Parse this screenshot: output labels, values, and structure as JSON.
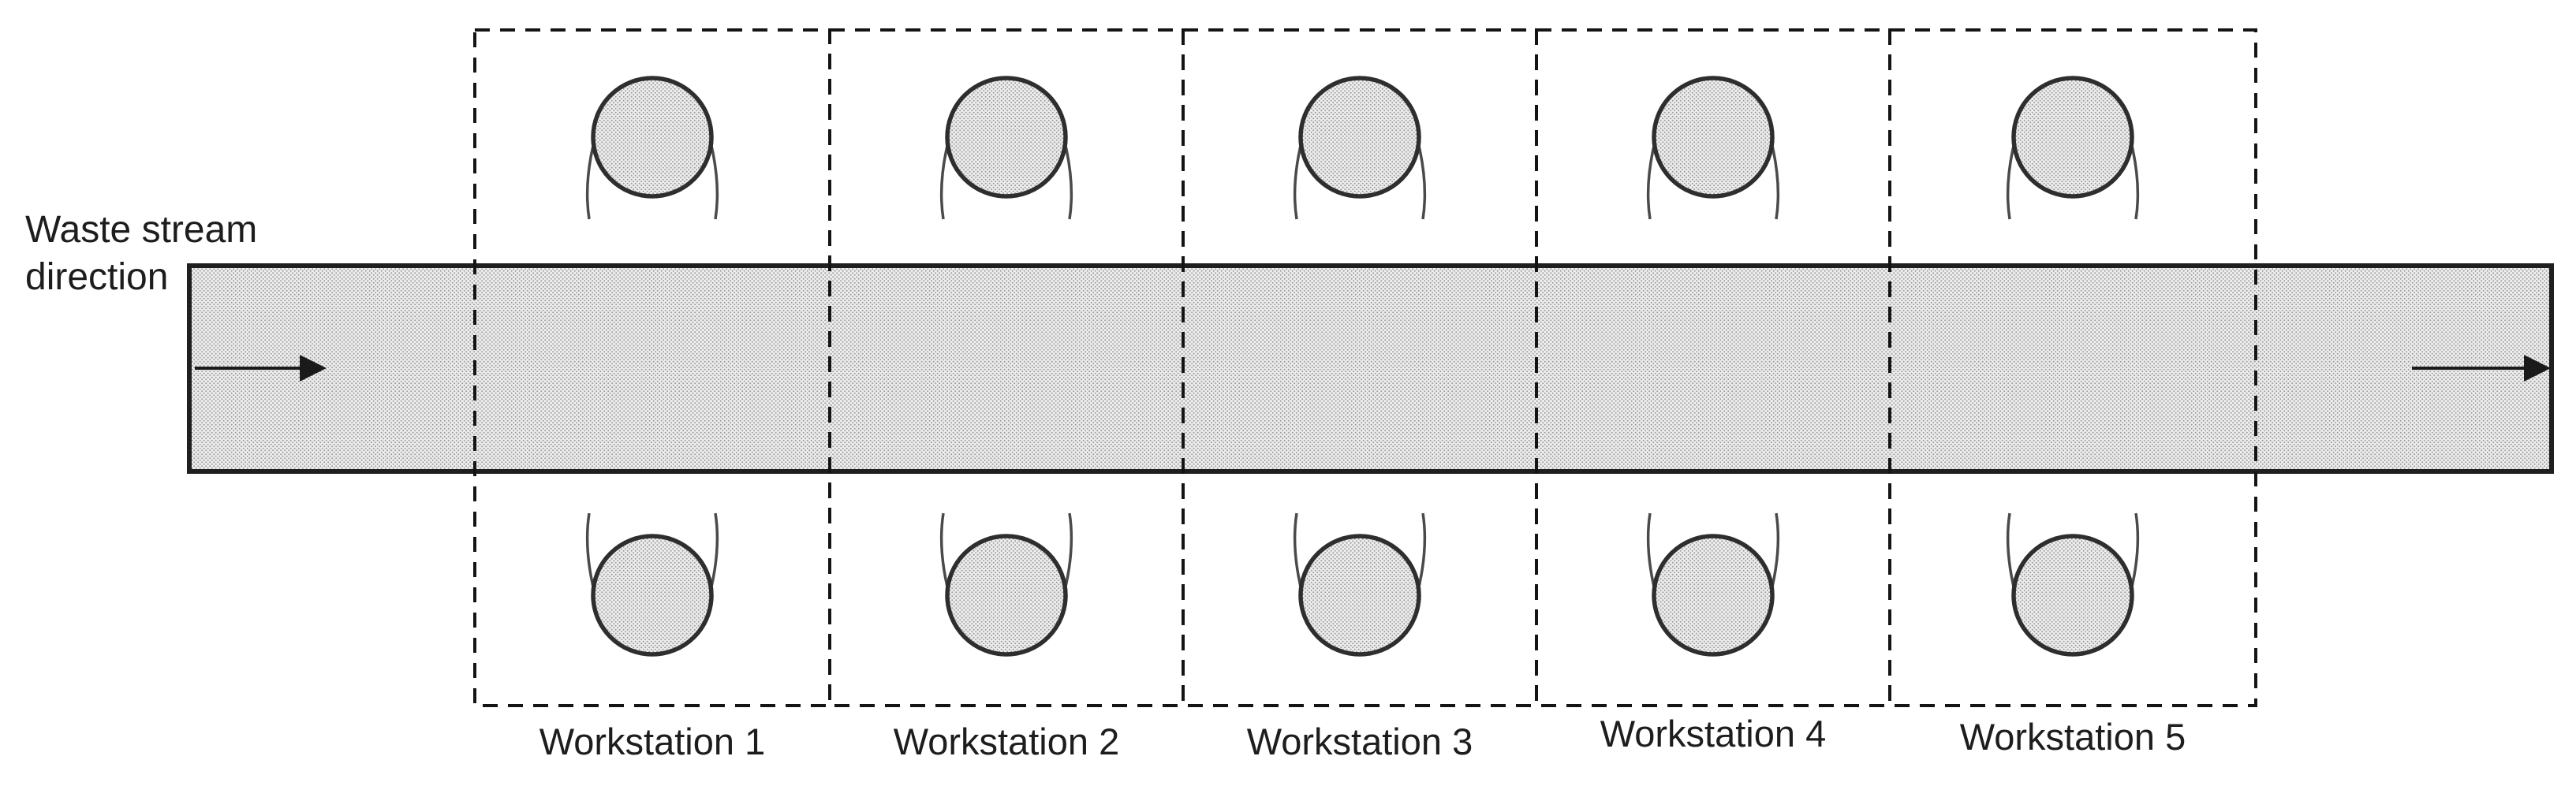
{
  "flow_label": {
    "line1": "Waste stream",
    "line2": "direction"
  },
  "workstations": [
    {
      "label": "Workstation 1"
    },
    {
      "label": "Workstation 2"
    },
    {
      "label": "Workstation 3"
    },
    {
      "label": "Workstation 4"
    },
    {
      "label": "Workstation 5"
    }
  ],
  "colors": {
    "background": "#ffffff",
    "outline": "#1f1f1f",
    "halftone_base": "#eeeeee",
    "halftone_dot": "#9a9a9a",
    "text": "#1d1d1d"
  }
}
